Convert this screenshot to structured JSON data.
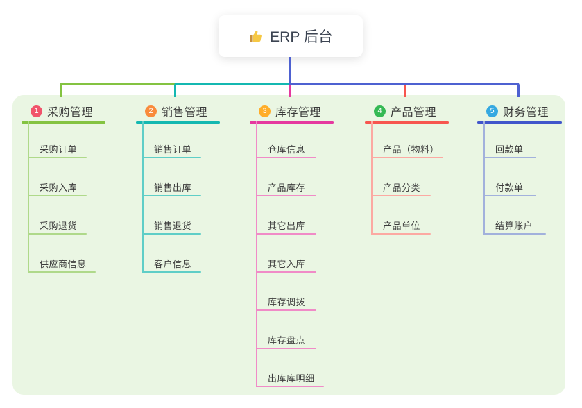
{
  "root": {
    "icon": "thumbs-up",
    "label": "ERP 后台"
  },
  "palette": {
    "page_bg": "#FFFFFF",
    "panel_bg": "#EAF6E3",
    "root_line": "#4E61D1",
    "root_text": "#3C4452",
    "node_text": "#3C3C3C",
    "thumb_gold": "#F6C844",
    "thumb_cuff": "#C9903A"
  },
  "branches": [
    {
      "num": "1",
      "label": "采购管理",
      "badge_color": "#F1546B",
      "line_color": "#84C341",
      "child_line_color": "#AFD98A",
      "children": [
        "采购订单",
        "采购入库",
        "采购退货",
        "供应商信息"
      ]
    },
    {
      "num": "2",
      "label": "销售管理",
      "badge_color": "#F98B3C",
      "line_color": "#14B8B1",
      "child_line_color": "#5FCEC7",
      "children": [
        "销售订单",
        "销售出库",
        "销售退货",
        "客户信息"
      ]
    },
    {
      "num": "3",
      "label": "库存管理",
      "badge_color": "#FFAD29",
      "line_color": "#E5399F",
      "child_line_color": "#F08BC7",
      "children": [
        "仓库信息",
        "产品库存",
        "其它出库",
        "其它入库",
        "库存调拨",
        "库存盘点",
        "出库库明细"
      ]
    },
    {
      "num": "4",
      "label": "产品管理",
      "badge_color": "#35B954",
      "line_color": "#F7564F",
      "child_line_color": "#FCA9A2",
      "children": [
        "产品（物料）",
        "产品分类",
        "产品单位"
      ]
    },
    {
      "num": "5",
      "label": "财务管理",
      "badge_color": "#36A9E1",
      "line_color": "#4156CB",
      "child_line_color": "#A2B1DC",
      "children": [
        "回款单",
        "付款单",
        "结算账户"
      ]
    }
  ]
}
